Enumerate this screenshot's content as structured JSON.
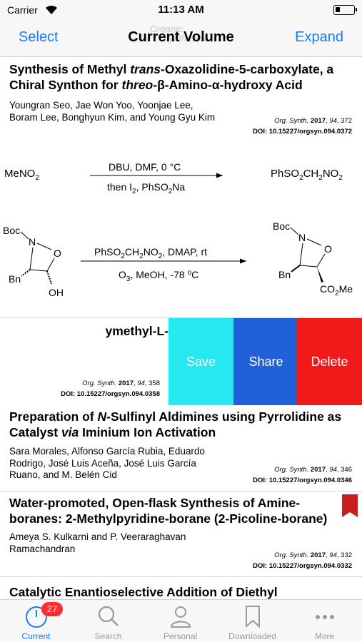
{
  "status_bar": {
    "carrier": "Carrier",
    "time": "11:13 AM"
  },
  "nav": {
    "left": "Select",
    "title": "Current Volume",
    "right": "Expand",
    "watermark_1": "Organic",
    "watermark_2": "Syntheses"
  },
  "articles": [
    {
      "title_parts": [
        "Synthesis of Methyl ",
        "trans",
        "-Oxazolidine-5-carboxylate, a Chiral Synthon for ",
        "threo",
        "-β-Amino-α-hydroxy Acid"
      ],
      "authors": "Youngran Seo, Jae Won Yoo, Yoonjae Lee, Boram Lee, Bonghyun Kim, and Young Gyu Kim",
      "journal": "Org. Synth.",
      "year": "2017",
      "volume": "94",
      "page": "372",
      "doi": "DOI: 10.15227/orgsyn.094.0372"
    },
    {
      "title_fragment": "ymethyl-L-",
      "journal": "Org. Synth.",
      "year": "2017",
      "volume": "94",
      "page": "358",
      "doi": "DOI: 10.15227/orgsyn.094.0358"
    },
    {
      "title_parts": [
        "Preparation of ",
        "N",
        "-Sulfinyl Aldimines using Pyrrolidine as Catalyst ",
        "via",
        " Iminium Ion Activation"
      ],
      "authors": "Sara Morales, Alfonso García Rubia, Eduardo Rodrigo, José Luis Aceña, José Luis García Ruano, and M. Belén Cid",
      "journal": "Org. Synth.",
      "year": "2017",
      "volume": "94",
      "page": "346",
      "doi": "DOI: 10.15227/orgsyn.094.0346"
    },
    {
      "title": "Water-promoted, Open-flask Synthesis of Amine-boranes: 2-Methylpyridine-borane (2-Picoline-borane)",
      "authors": "Ameya S. Kulkarni and P. Veeraraghavan Ramachandran",
      "journal": "Org. Synth.",
      "year": "2017",
      "volume": "94",
      "page": "332",
      "doi": "DOI: 10.15227/orgsyn.094.0332",
      "bookmarked": true
    },
    {
      "title": "Catalytic Enantioselective Addition of Diethyl"
    }
  ],
  "scheme": {
    "r1_reactant": "MeNO",
    "r1_reactant_sub": "2",
    "r1_above": "DBU, DMF, 0 °C",
    "r1_below_a": "then I",
    "r1_below_sub1": "2",
    "r1_below_b": ", PhSO",
    "r1_below_sub2": "2",
    "r1_below_c": "Na",
    "r1_product": [
      "PhSO",
      "2",
      "CH",
      "2",
      "NO",
      "2"
    ],
    "r2_above": [
      "PhSO",
      "2",
      "CH",
      "2",
      "NO",
      "2",
      ", DMAP, rt"
    ],
    "r2_below": [
      "O",
      "3",
      ", MeOH, -78 ",
      "o",
      "C"
    ],
    "boc": "Boc",
    "n": "N",
    "o_ring": "O",
    "bn": "Bn",
    "oh": "OH",
    "co2me": [
      "CO",
      "2",
      "Me"
    ]
  },
  "swipe_actions": {
    "save": "Save",
    "share": "Share",
    "delete": "Delete"
  },
  "tabs": [
    {
      "label": "Current",
      "badge": "27",
      "icon": "clock-icon",
      "active": true
    },
    {
      "label": "Search",
      "icon": "search-icon"
    },
    {
      "label": "Personal",
      "icon": "person-icon"
    },
    {
      "label": "Downloaded",
      "icon": "bookmark-icon"
    },
    {
      "label": "More",
      "icon": "more-icon"
    }
  ],
  "colors": {
    "accent": "#1a7cf0",
    "save": "#26e8f0",
    "share": "#2060d8",
    "delete": "#f01a1a",
    "badge": "#ff2d2d"
  }
}
